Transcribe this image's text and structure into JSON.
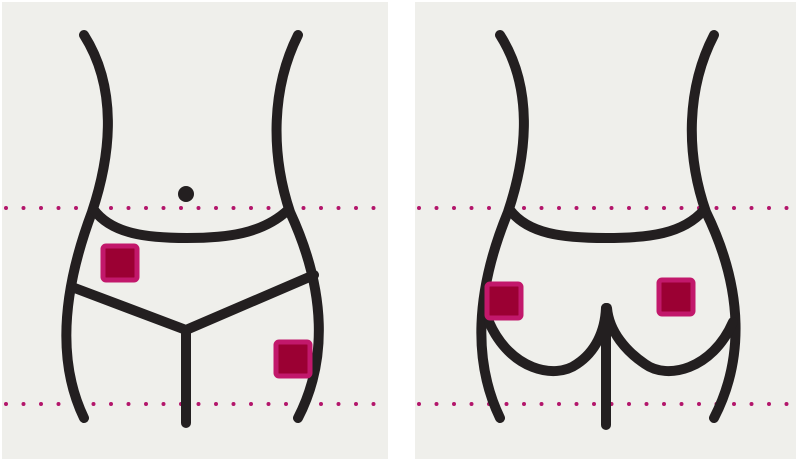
{
  "colors": {
    "panel_background": "#efefeb",
    "outline": "#231f20",
    "patch_border": "#c2186b",
    "patch_fill": "#9b0033",
    "guide_dots": "#b3166b"
  },
  "panels": [
    {
      "name": "front-view",
      "patches": 2,
      "guide_lines": 2
    },
    {
      "name": "back-view",
      "patches": 2,
      "guide_lines": 2
    }
  ]
}
